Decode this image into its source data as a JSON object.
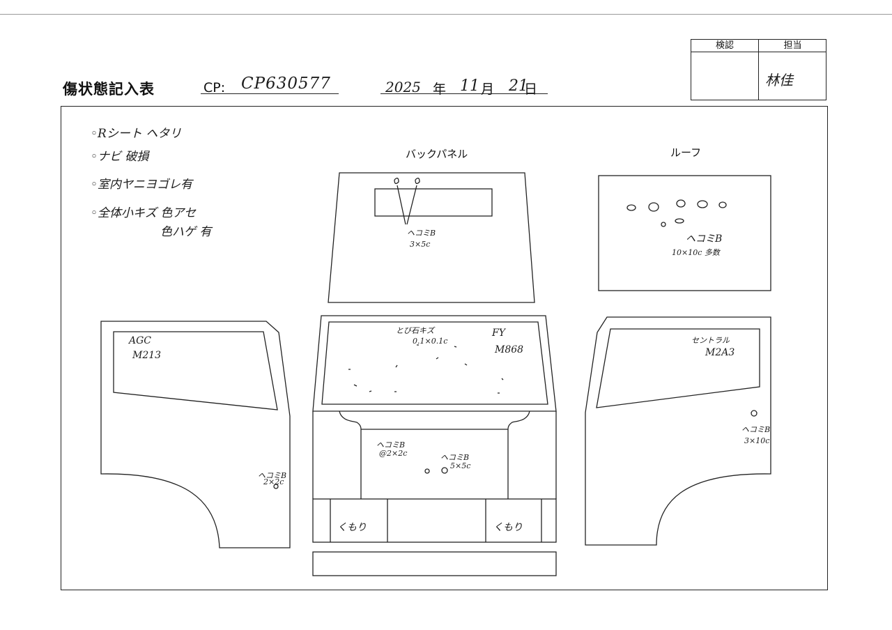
{
  "header": {
    "title": "傷状態記入表",
    "cp_label": "CP:",
    "cp_value": "CP630577",
    "date": {
      "year": "2025",
      "year_kanji": "年",
      "month": "11",
      "month_kanji": "月",
      "day": "21",
      "day_kanji": "日"
    }
  },
  "approval_box": {
    "check_label": "検認",
    "person_label": "担当",
    "person_signature": "林佳"
  },
  "notes": [
    "◦Rシート ヘタリ",
    "◦ナビ 破損",
    "◦室内ヤニヨゴレ有",
    "◦全体小キズ 色アセ",
    "色ハゲ 有"
  ],
  "panels": {
    "back_panel": {
      "label": "バックパネル",
      "annotation": [
        "ヘコミB",
        "3×5c"
      ]
    },
    "roof": {
      "label": "ルーフ",
      "annotation": [
        "ヘコミB",
        "10×10c 多数"
      ]
    },
    "left_door": {
      "glass": [
        "AGC",
        "M213"
      ],
      "annotation": [
        "ヘコミB",
        "2×2c"
      ]
    },
    "windshield": {
      "chips": [
        "とび石キズ",
        "0.1×0.1c"
      ],
      "maker": [
        "FY",
        "M868"
      ]
    },
    "hood": {
      "annotation_left": [
        "ヘコミB",
        "@2×2c"
      ],
      "annotation_right": [
        "ヘコミB",
        "5×5c"
      ]
    },
    "front_lamps": {
      "left": "くもり",
      "right": "くもり"
    },
    "right_door": {
      "glass": [
        "セントラル",
        "M2A3"
      ],
      "annotation": [
        "ヘコミB",
        "3×10c"
      ]
    }
  }
}
